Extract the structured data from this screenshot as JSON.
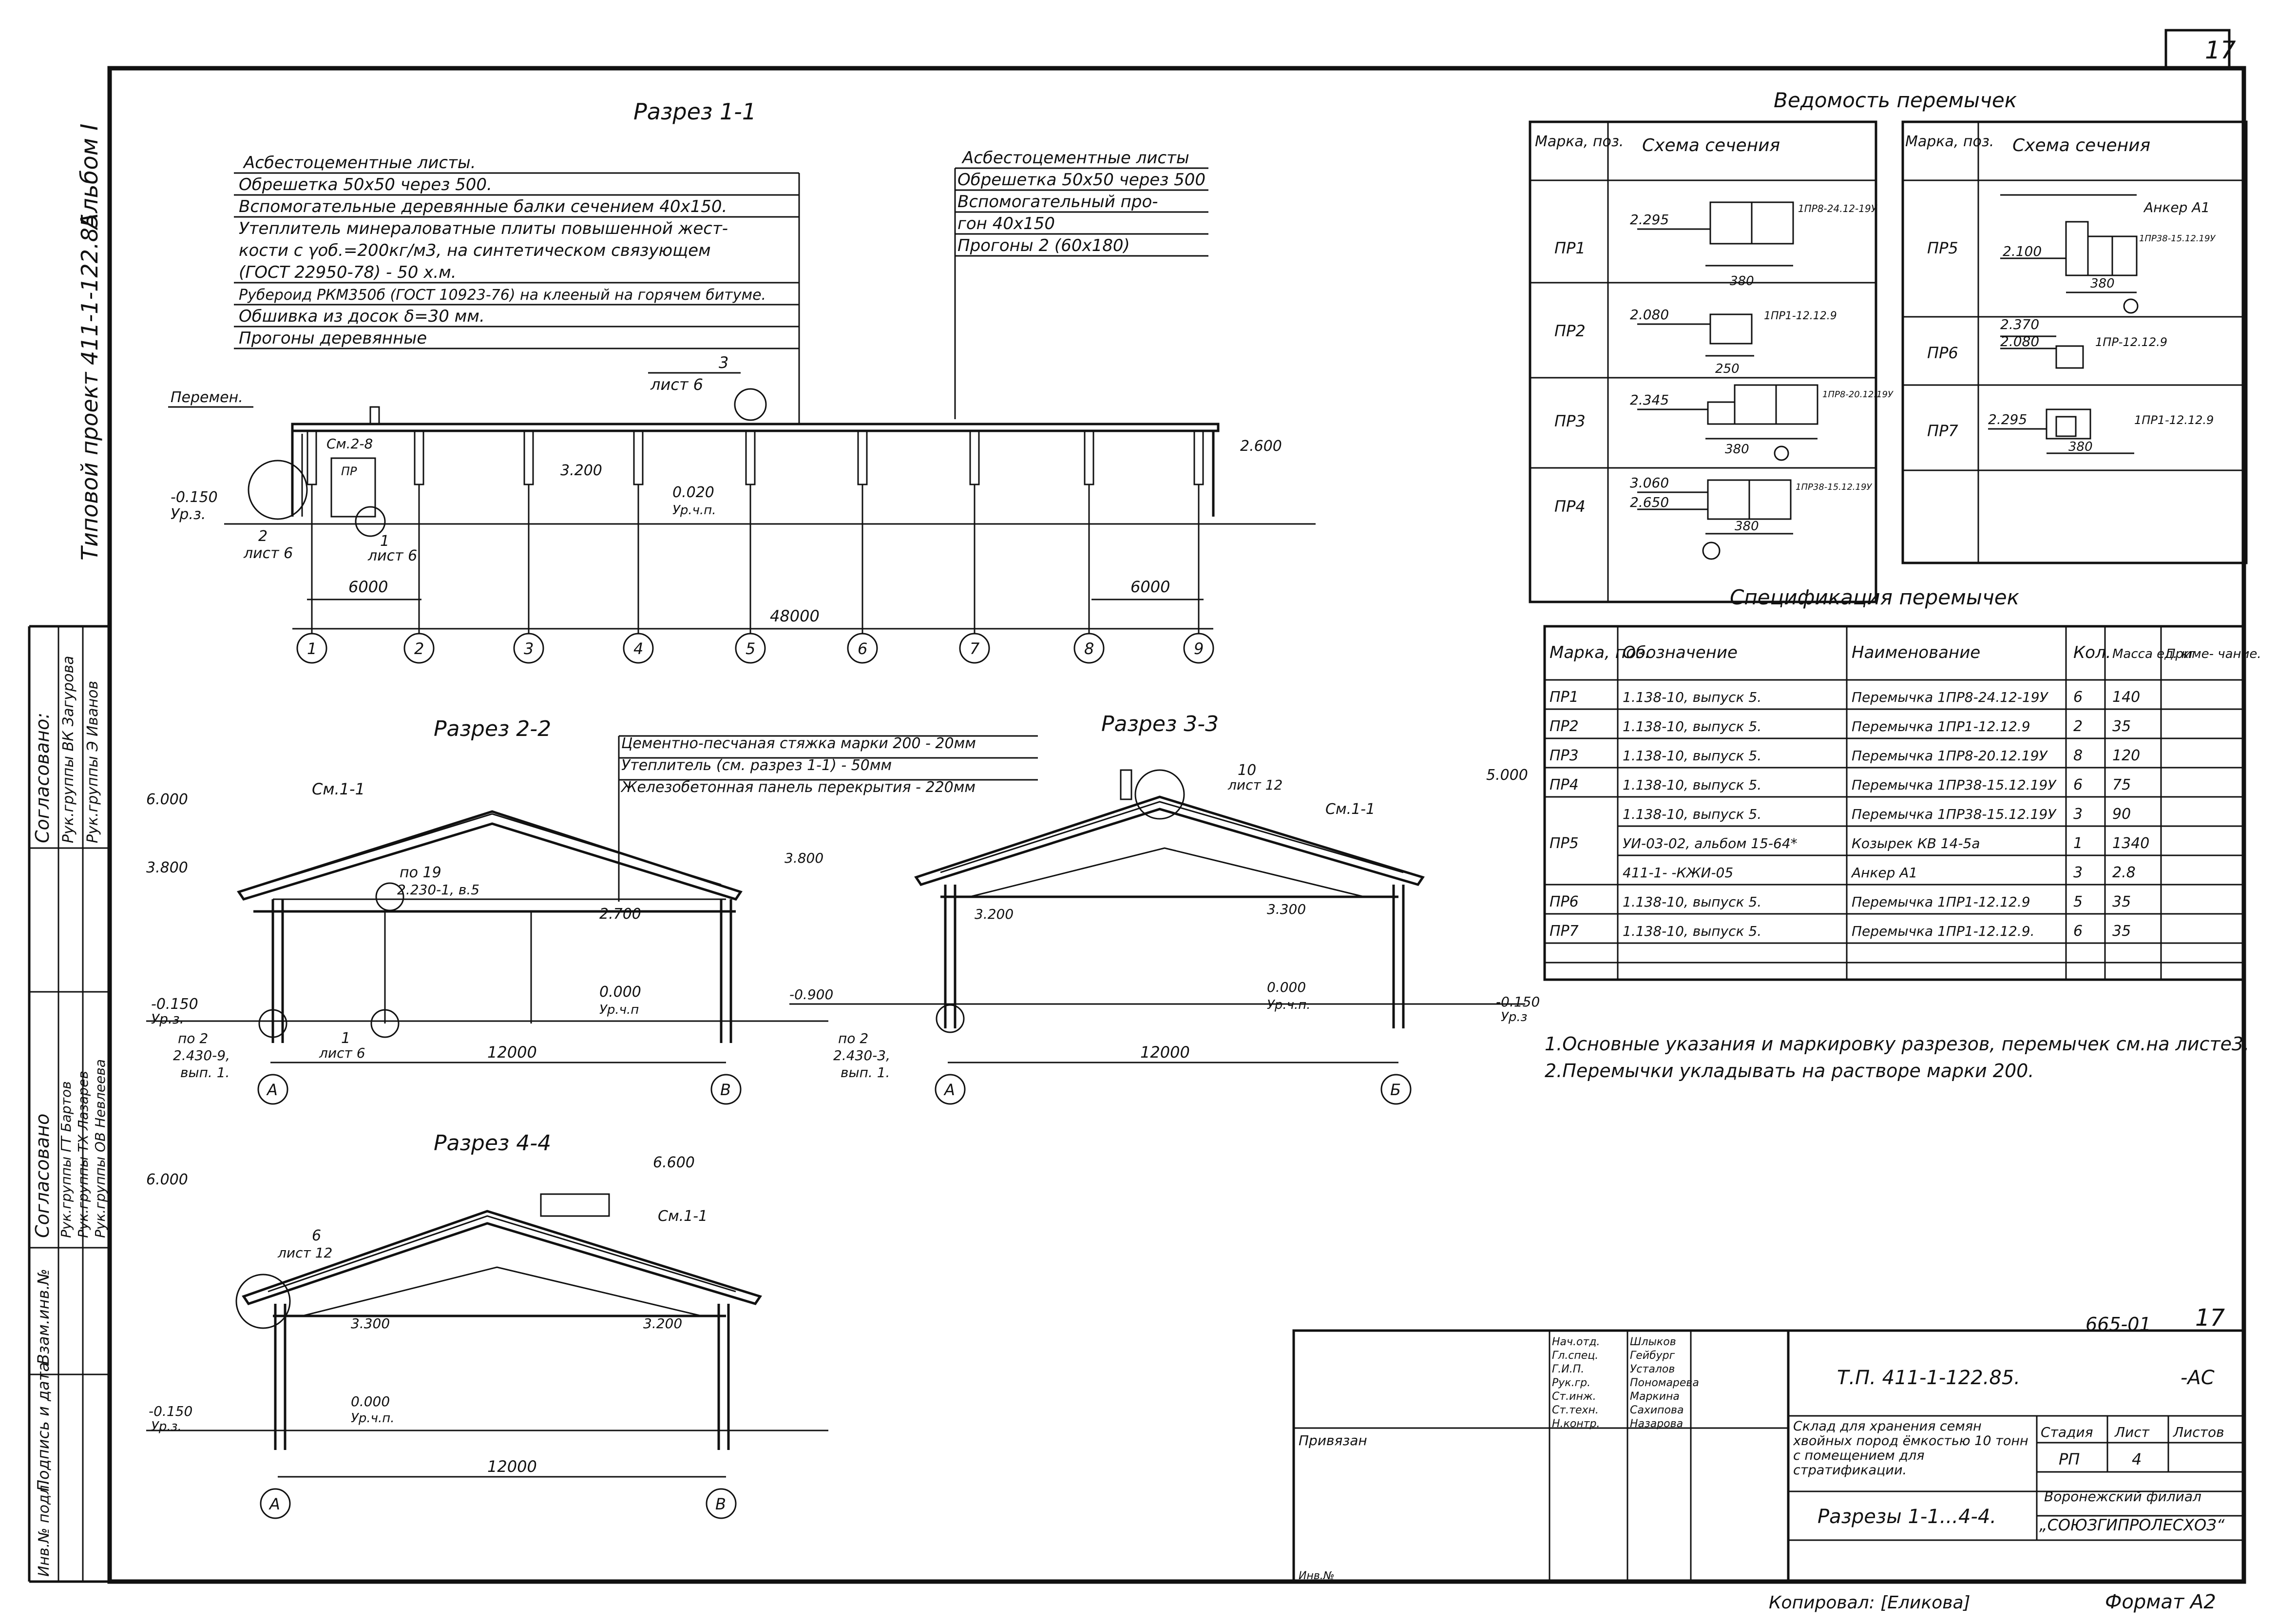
{
  "sheet_number": "17",
  "album_label": "Альбом I",
  "project_label": "Типовой проект 411-1-122.85",
  "section11": {
    "title": "Разрез 1-1",
    "layers_left": [
      "Асбестоцементные листы.",
      "Обрешетка 50х50 через 500.",
      "Вспомогательные деревянные балки сечением 40х150.",
      "Утеплитель минераловатные плиты повышенной жест-",
      "кости с γоб.=200кг/м3, на синтетическом связующем",
      "(ГОСТ 22950-78) - 50 х.м.",
      "Рубероид РКМ350б (ГОСТ 10923-76) на клееный на горячем битуме.",
      "Обшивка из досок δ=30 мм.",
      "Прогоны деревянные"
    ],
    "layers_right": [
      "Асбестоцементные листы",
      "Обрешетка 50х50 через 500",
      "Вспомогательный про-",
      "гон 40х150",
      "Прогоны 2 (60х180)"
    ],
    "callout_ref": "3",
    "callout_sheet": "лист 6",
    "label_peremen": "Перемен.",
    "elev_left_top": "-0.150",
    "elev_left_top2": "Ур.з.",
    "ref2_num": "2",
    "ref2_sheet": "лист 6",
    "ref1_num": "1",
    "ref1_sheet": "лист 6",
    "mark_sm": "См.2-8",
    "mark_pr": "ПР",
    "elev_3200": "3.200",
    "elev_0000": "0.020",
    "elev_0000_sub": "Ур.ч.п.",
    "elev_2600": "2.600",
    "dim_6000_left": "6000",
    "dim_6000_right": "6000",
    "dim_total": "48000",
    "axes": [
      "1",
      "2",
      "3",
      "4",
      "5",
      "6",
      "7",
      "8",
      "9"
    ]
  },
  "vedomost": {
    "title": "Ведомость перемычек",
    "col_mark": "Марка, поз.",
    "col_scheme": "Схема сечения",
    "left_rows": [
      {
        "mark": "ПР1",
        "elev": "2.295",
        "label": "1ПР8-24.12-19У",
        "dim": "380"
      },
      {
        "mark": "ПР2",
        "elev": "2.080",
        "label": "1ПР1-12.12.9",
        "dim": "250"
      },
      {
        "mark": "ПР3",
        "elev": "2.345",
        "label": "1ПР8-20.12.19У",
        "dim": "380"
      },
      {
        "mark": "ПР4",
        "elev": "3.060",
        "elev2": "2.650",
        "label": "1ПР38-15.12.19У",
        "dim": "380"
      }
    ],
    "right_rows": [
      {
        "mark": "ПР5",
        "elev": "2.100",
        "label": "1ПР38-15.12.19У",
        "label2": "Анкер А1",
        "dim": "380"
      },
      {
        "mark": "ПР6",
        "elev": "2.370",
        "elev2": "2.080",
        "label": "1ПР-12.12.9"
      },
      {
        "mark": "ПР7",
        "elev": "2.295",
        "label": "1ПР1-12.12.9",
        "dim": "380"
      }
    ]
  },
  "spec": {
    "title": "Спецификация перемычек",
    "headers": [
      "Марка, поз.",
      "Обозначение",
      "Наименование",
      "Кол.",
      "Масса ед. кг",
      "Приме- чание."
    ],
    "rows": [
      [
        "ПР1",
        "1.138-10, выпуск 5.",
        "Перемычка 1ПР8-24.12-19У",
        "6",
        "140",
        ""
      ],
      [
        "ПР2",
        "1.138-10, выпуск 5.",
        "Перемычка 1ПР1-12.12.9",
        "2",
        "35",
        ""
      ],
      [
        "ПР3",
        "1.138-10, выпуск 5.",
        "Перемычка 1ПР8-20.12.19У",
        "8",
        "120",
        ""
      ],
      [
        "ПР4",
        "1.138-10, выпуск 5.",
        "Перемычка 1ПР38-15.12.19У",
        "6",
        "75",
        ""
      ],
      [
        "",
        "1.138-10, выпуск 5.",
        "Перемычка 1ПР38-15.12.19У",
        "3",
        "90",
        ""
      ],
      [
        "ПР5",
        "УИ-03-02, альбом 15-64*",
        "Козырек КВ 14-5а",
        "1",
        "1340",
        ""
      ],
      [
        "",
        "411-1-    -КЖИ-05",
        "Анкер А1",
        "3",
        "2.8",
        ""
      ],
      [
        "ПР6",
        "1.138-10, выпуск 5.",
        "Перемычка 1ПР1-12.12.9",
        "5",
        "35",
        ""
      ],
      [
        "ПР7",
        "1.138-10, выпуск 5.",
        "Перемычка 1ПР1-12.12.9.",
        "6",
        "35",
        ""
      ]
    ]
  },
  "notes": [
    "1.Основные указания и маркировку разрезов, перемычек см.на листе3.",
    "2.Перемычки укладывать на растворе марки 200."
  ],
  "section22": {
    "title": "Разрез 2-2",
    "mark_sm": "См.1-1",
    "layers": [
      "Цементно-песчаная стяжка марки 200 - 20мм",
      "Утеплитель (см. разрез 1-1)          - 50мм",
      "Железобетонная панель перекрытия  - 220мм"
    ],
    "elev_6000": "6.000",
    "elev_3800": "3.800",
    "elev_m0150": "-0.150",
    "elev_m0150_sub": "Ур.з.",
    "elev_2700": "2.700",
    "elev_0000": "0.000",
    "elev_0000_sub": "Ур.ч.п",
    "ref_po": "по 19",
    "ref_po_val": "2.230-1, в.5",
    "ref1": "1",
    "ref1_sheet": "лист 6",
    "ref_po2": "по 2",
    "ref_po2_val": "2.430-9,",
    "ref_po2_vyp": "вып. 1.",
    "dim_12000": "12000",
    "axis_a": "А",
    "axis_b": "В"
  },
  "section33": {
    "title": "Разрез 3-3",
    "callout_num": "10",
    "callout_sheet": "лист 12",
    "mark_sm": "См.1-1",
    "elev_5000": "5.000",
    "elev_3800": "3.800",
    "elev_3200": "3.200",
    "elev_3300": "3.300",
    "elev_0000": "0.000",
    "elev_0000_sub": "Ур.ч.п.",
    "elev_m0900": "-0.900",
    "elev_m0150": "-0.150",
    "elev_m0150_sub": "Ур.з",
    "ref_po2": "по 2",
    "ref_po2_val": "2.430-3,",
    "ref_po2_vyp": "вып. 1.",
    "dim_12000": "12000",
    "axis_a": "А",
    "axis_b": "Б"
  },
  "section44": {
    "title": "Разрез 4-4",
    "elev_6000": "6.000",
    "elev_6600": "6.600",
    "mark_sm": "См.1-1",
    "callout_num": "6",
    "callout_sheet": "лист 12",
    "elev_3300": "3.300",
    "elev_3200": "3.200",
    "elev_0000": "0.000",
    "elev_0000_sub": "Ур.ч.п.",
    "elev_m0150": "-0.150",
    "elev_m0150_sub": "Ур.з.",
    "dim_12000": "12000",
    "axis_a": "А",
    "axis_b": "В"
  },
  "left_stamp": {
    "soglasovano_top": "Согласовано:",
    "rows_top": [
      "Рук.группы ВК Загурова",
      "Рук.группы Э Иванов"
    ],
    "soglasovano_bot": "Согласовано",
    "rows_bot": [
      "Рук.группы ГТ Бартов",
      "Рук.группы ТХ Лазарев",
      "Рук.группы ОВ Невлеева"
    ],
    "inv": "Инв.№ подл.",
    "podpis": "Подпись и дата",
    "vzamen": "Взам.инв.№"
  },
  "title_block": {
    "code_top": "665-01",
    "sheet_top": "17",
    "roles": [
      {
        "role": "Нач.отд.",
        "name": "Шлыков"
      },
      {
        "role": "Гл.спец.",
        "name": "Гейбург"
      },
      {
        "role": "Г.И.П.",
        "name": "Усталов"
      },
      {
        "role": "Рук.гр.",
        "name": "Пономарева"
      },
      {
        "role": "Ст.инж.",
        "name": "Маркина"
      },
      {
        "role": "Ст.техн.",
        "name": "Сахипова"
      },
      {
        "role": "Н.контр.",
        "name": "Назарова"
      }
    ],
    "privyazan": "Привязан",
    "inv_no": "Инв.№",
    "doc_code": "Т.П. 411-1-122.85.",
    "doc_suffix": "-АС",
    "description": "Склад для хранения семян хвойных пород ёмкостью 10 тонн с помещением для стратификации.",
    "stage_h": "Стадия",
    "list_h": "Лист",
    "listov_h": "Листов",
    "stage": "РП",
    "list": "4",
    "listov": "",
    "sheet_title": "Разрезы 1-1...4-4.",
    "org_line1": "Воронежский филиал",
    "org_line2": "„СОЮЗГИПРОЛЕСХОЗ“"
  },
  "footer": {
    "copied": "Копировал: [Еликова]",
    "format": "Формат А2"
  }
}
